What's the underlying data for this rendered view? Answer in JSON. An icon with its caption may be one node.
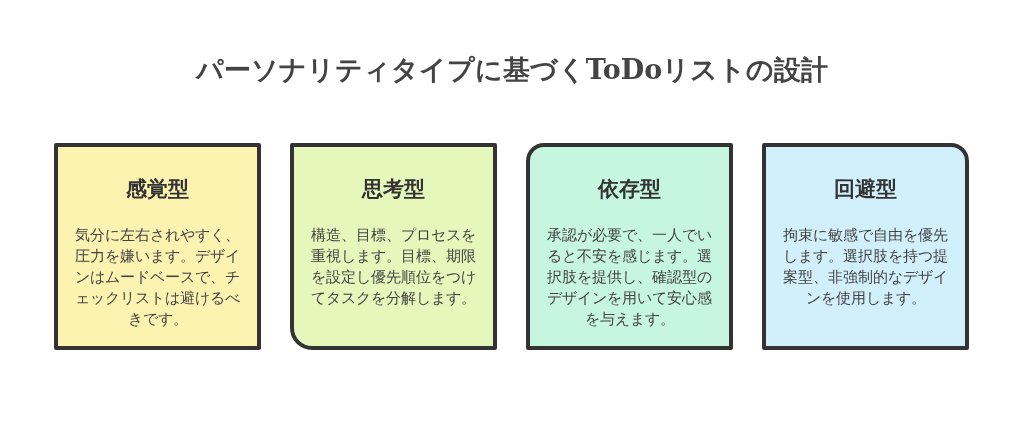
{
  "diagram": {
    "title": "パーソナリティタイプに基づくToDoリストの設計",
    "nodes": [
      {
        "text": [
          "感覚型",
          "気分に左右されやすく、圧力を嫌います。デザインはムードベースで、チェックリストは避けるべきです。"
        ]
      },
      {
        "text": [
          "思考型",
          "構造、目標、プロセスを重視します。目標、期限を設定し優先順位をつけてタスクを分解します。"
        ]
      },
      {
        "text": [
          "依存型",
          "承認が必要で、一人でいると不安を感じます。選択肢を提供し、確認型のデザインを用いて安心感を与えます。"
        ]
      },
      {
        "text": [
          "回避型",
          "拘束に敏感で自由を優先します。選択肢を持つ提案型、非強制的なデザインを使用します。"
        ]
      }
    ]
  }
}
